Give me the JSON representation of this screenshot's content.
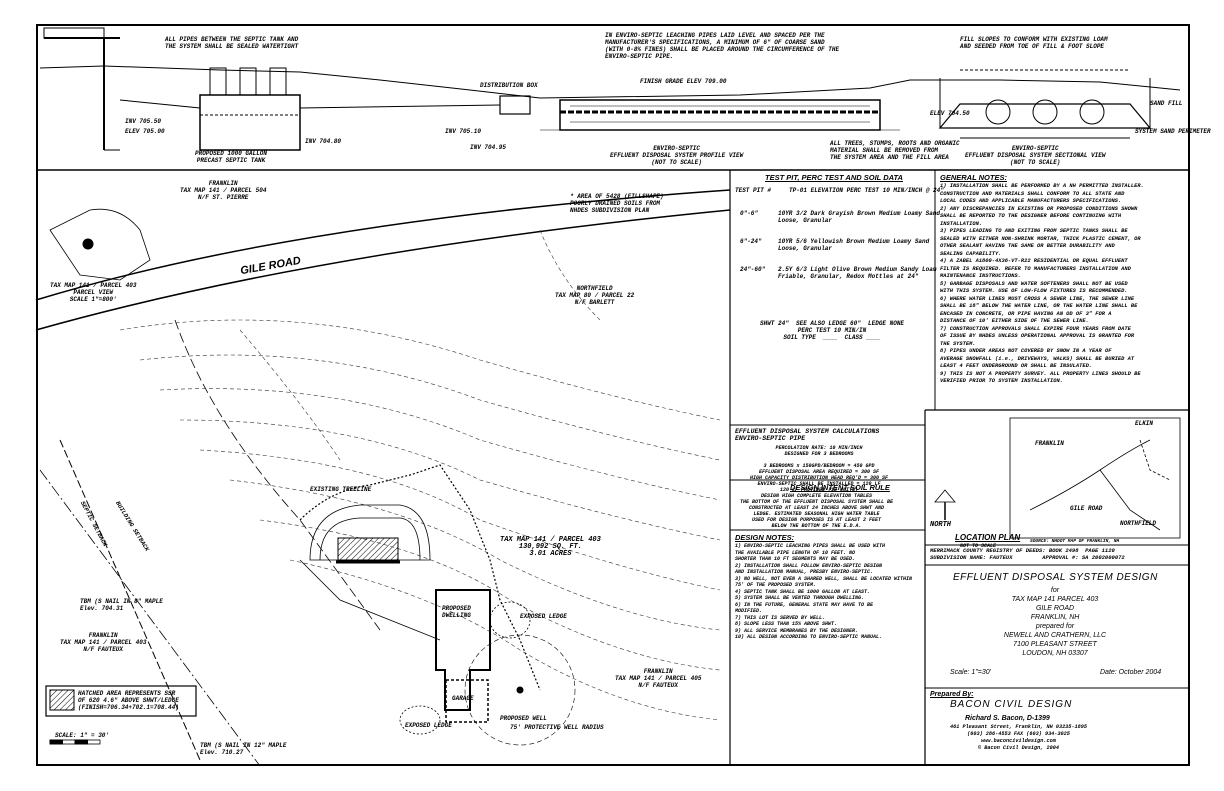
{
  "profile": {
    "note_top_left": "ALL PIPES BETWEEN THE SEPTIC TANK AND\nTHE SYSTEM SHALL BE SEALED WATERTIGHT",
    "note_top_mid": "IN ENVIRO-SEPTIC LEACHING PIPES LAID LEVEL AND SPACED PER THE\nMANUFACTURER'S SPECIFICATIONS, A MINIMUM OF 6\" OF COARSE SAND\n(WITH 0-8% FINES) SHALL BE PLACED AROUND THE CIRCUMFERENCE OF THE\nENVIRO-SEPTIC PIPE.",
    "note_top_right": "FILL SLOPES TO CONFORM WITH EXISTING LOAM\nAND SEEDED FROM TOE OF FILL & FOOT SLOPE",
    "tank_label": "PROPOSED 1000 GALLON\nPRECAST SEPTIC TANK",
    "profile_title": "ENVIRO-SEPTIC\nEFFLUENT DISPOSAL SYSTEM PROFILE VIEW\n(NOT TO SCALE)",
    "section_title": "ENVIRO-SEPTIC\nEFFLUENT DISPOSAL SYSTEM SECTIONAL VIEW\n(NOT TO SCALE)",
    "finish_grade": "FINISH GRADE ELEV 709.00",
    "distribution_box": "DISTRIBUTION BOX",
    "sand_fill": "SAND FILL",
    "system_sand_perimeter": "SYSTEM SAND PERIMETER",
    "inv_labels": [
      "INV 705.50",
      "INV 705.10",
      "INV 704.95",
      "INV 704.80"
    ],
    "elev_labels": [
      "ELEV 705.00",
      "ELEV 704.50"
    ],
    "all_trees": "ALL TREES, STUMPS, ROOTS AND ORGANIC\nMATERIAL SHALL BE REMOVED FROM\nTHE SYSTEM AREA AND THE FILL AREA"
  },
  "plan": {
    "road": "GILE ROAD",
    "franklin_top": "FRANKLIN\nTAX MAP 141 / PARCEL 504\nN/F ST. PIERRE",
    "parcel_view": "TAX MAP 141 / PARCEL 403\nPARCEL VIEW\nSCALE 1\"=800'",
    "area_note": "* AREA OF 5428 (FILLSHAPE)\nPOORLY DRAINED SOILS FROM\nNHDES SUBDIVISION PLAN",
    "northfield": "NORTHFIELD\nTAX MAP 80 / PARCEL 22\nN/F BARLETT",
    "parcel_main": "TAX MAP 141 / PARCEL 403\n130,992 SQ. FT.\n3.01 ACRES",
    "proposed_dwelling": "PROPOSED\nDWELLING",
    "garage": "GARAGE",
    "exposed_ledge_1": "EXPOSED LEDGE",
    "exposed_ledge_2": "EXPOSED LEDGE",
    "proposed_well": "PROPOSED WELL",
    "protective_radius": "75' PROTECTIVE WELL RADIUS",
    "existing_treeline": "EXISTING TREELINE",
    "franklin_left": "FRANKLIN\nTAX MAP 141 / PARCEL 403\nN/F FAUTEUX",
    "franklin_right": "FRANKLIN\nTAX MAP 141 / PARCEL 405\nN/F FAUTEUX",
    "tbm1": "TBM (S NAIL IN 8\" MAPLE\nElev. 704.31",
    "tbm2": "TBM (S NAIL IN 12\" MAPLE\nElev. 710.27",
    "hatched_legend": "HATCHED AREA REPRESENTS SSR\nOF 620 4.6\" ABOVE SHWT/LEDGE\n(FINISH=706.34+702.1=708.44)",
    "scale_bar": "SCALE: 1\" = 30'",
    "setback": "SEPTIC SETBACK",
    "building_setback": "BUILDING SETBACK"
  },
  "test_pit": {
    "title": "TEST PIT, PERC TEST AND SOIL DATA",
    "tp_line": "TEST PIT #     TP-01 ELEVATION PERC TEST 10 MIN/INCH @ 24\"",
    "rows": [
      {
        "depth": "0\"-6\"",
        "desc": "10YR 3/2 Dark Grayish Brown Medium Loamy Sand\nLoose, Granular"
      },
      {
        "depth": "6\"-24\"",
        "desc": "10YR 5/6 Yellowish Brown Medium Loamy Sand\nLoose, Granular"
      },
      {
        "depth": "24\"-60\"",
        "desc": "2.5Y 6/3 Light Olive Brown Medium Sandy Loam\nFriable, Granular, Redox Mottles at 24\""
      }
    ],
    "summary": "SHWT 24\"  SEE ALSO LEDGE 60\"  LEDGE NONE\nPERC TEST 10 MIN/IN\nSOIL TYPE  ____  CLASS ____"
  },
  "general_notes": {
    "title": "GENERAL NOTES:",
    "body": "1) INSTALLATION SHALL BE PERFORMED BY A NH PERMITTED INSTALLER.\nCONSTRUCTION AND MATERIALS SHALL CONFORM TO ALL STATE AND\nLOCAL CODES AND APPLICABLE MANUFACTURERS SPECIFICATIONS.\n2) ANY DISCREPANCIES IN EXISTING OR PROPOSED CONDITIONS SHOWN\nSHALL BE REPORTED TO THE DESIGNER BEFORE CONTINUING WITH\nINSTALLATION.\n3) PIPES LEADING TO AND EXITING FROM SEPTIC TANKS SHALL BE\nSEALED WITH EITHER NON-SHRINK MORTAR, THICK PLASTIC CEMENT, OR\nOTHER SEALANT HAVING THE SAME OR BETTER DURABILITY AND\nSEALING CAPABILITY.\n4) A ZABEL A1800-4X36-VT-R22 RESIDENTIAL OR EQUAL EFFLUENT\nFILTER IS REQUIRED. REFER TO MANUFACTURERS INSTALLATION AND\nMAINTENANCE INSTRUCTIONS.\n5) GARBAGE DISPOSALS AND WATER SOFTENERS SHALL NOT BE USED\nWITH THIS SYSTEM. USE OF LOW-FLOW FIXTURES IS RECOMMENDED.\n6) WHERE WATER LINES MUST CROSS A SEWER LINE, THE SEWER LINE\nSHALL BE 18\" BELOW THE WATER LINE, OR THE WATER LINE SHALL BE\nENCASED IN CONCRETE, OR PIPE HAVING AN OD OF 3\" FOR A\nDISTANCE OF 10' EITHER SIDE OF THE SEWER LINE.\n7) CONSTRUCTION APPROVALS SHALL EXPIRE FOUR YEARS FROM DATE\nOF ISSUE BY NHDES UNLESS OPERATIONAL APPROVAL IS GRANTED FOR\nTHE SYSTEM.\n8) PIPES UNDER AREAS NOT COVERED BY SNOW IN A YEAR OF\nAVERAGE SNOWFALL (i.e., DRIVEWAYS, WALKS) SHALL BE BURIED AT\nLEAST 4 FEET UNDERGROUND OR SHALL BE INSULATED.\n9) THIS IS NOT A PROPERTY SURVEY. ALL PROPERTY LINES SHOULD BE\nVERIFIED PRIOR TO SYSTEM INSTALLATION."
  },
  "calc": {
    "title": "EFFLUENT DISPOSAL SYSTEM CALCULATIONS\nENVIRO-SEPTIC PIPE",
    "body": "PERCOLATION RATE: 10 MIN/INCH\nDESIGNED FOR 3 BEDROOMS\n\n3 BEDROOMS x 150GPD/BEDROOM = 450 GPD\nEFFLUENT DISPOSAL AREA REQUIRED = 300 SF\nHIGH CAPACITY DISTRIBUTION HEAD REQ'D = 300 SF\nENVIRO-SEPTIC SHALL BE INSTALLED = 120 LF\n120 LF PROVIDED (12 UNITS)",
    "intent_title": "DESIGN INTENT  SOIL RULE",
    "intent_body": "DESIGN HIGH COMPLETE ELEVATION TABLES\nTHE BOTTOM OF THE EFFLUENT DISPOSAL SYSTEM SHALL BE\nCONSTRUCTED AT LEAST 24 INCHES ABOVE SHWT AND\nLEDGE. ESTIMATED SEASONAL HIGH WATER TABLE\nUSED FOR DESIGN PURPOSES IS AT LEAST 2 FEET\nBELOW THE BOTTOM OF THE E.D.A."
  },
  "design_notes": {
    "title": "DESIGN NOTES:",
    "body": "1) ENVIRO-SEPTIC LEACHING PIPES SHALL BE USED WITH\nTHE AVAILABLE PIPE LENGTH OF 10 FEET. NO\nSHORTER THAN 10 FT SEGMENTS MAY BE USED.\n2) INSTALLATION SHALL FOLLOW ENVIRO-SEPTIC DESIGN\nAND INSTALLATION MANUAL, PRESBY ENVIRO-SEPTIC.\n3) NO WELL, NOT EVEN A SHARED WELL, SHALL BE LOCATED WITHIN\n75' OF THE PROPOSED SYSTEM.\n4) SEPTIC TANK SHALL BE 1000 GALLON AT LEAST.\n5) SYSTEM SHALL BE VENTED THROUGH DWELLING.\n6) IN THE FUTURE, GENERAL STATE MAY HAVE TO BE\nMODIFIED.\n7) THIS LOT IS SERVED BY WELL.\n8) SLOPE LESS THAN 15% ABOVE SHWT.\n9) ALL SERVICE MEMBRANES BY THE DESIGNER.\n10) ALL DESIGN ACCORDING TO ENVIRO-SEPTIC MANUAL."
  },
  "location": {
    "north": "NORTH",
    "title": "LOCATION PLAN",
    "scale": "NOT TO SCALE",
    "labels": [
      "ELKIN",
      "FRANKLIN",
      "NORTHFIELD",
      "GILE ROAD"
    ],
    "footer": "SOURCE: NHDOT MAP OF FRANKLIN, NH"
  },
  "title_block": {
    "registry": "MERRIMACK COUNTY REGISTRY OF DEEDS: BOOK 2498  PAGE 1120\nSUBDIVISION NAME: FAUTEUX         APPROVAL #: SA 2002000072",
    "title": "EFFLUENT DISPOSAL SYSTEM DESIGN",
    "for": "for",
    "lines": [
      "TAX MAP 141 PARCEL 403",
      "GILE ROAD",
      "FRANKLIN, NH",
      "prepared for",
      "NEWELL AND CRATHERN, LLC",
      "7100 PLEASANT STREET",
      "LOUDON, NH 03307"
    ],
    "scale": "Scale: 1\"=30'",
    "date": "Date: October 2004",
    "prepared_by": "Prepared By:",
    "company": "BACON CIVIL DESIGN",
    "designer": "Richard S. Bacon, D-1399",
    "contact": "461 Pleasant Street, Franklin, NH 03235-1895\n(603) 286-4553 FAX (603) 934-3025\nwww.baconcivildesign.com\n© Bacon Civil Design, 2004"
  }
}
